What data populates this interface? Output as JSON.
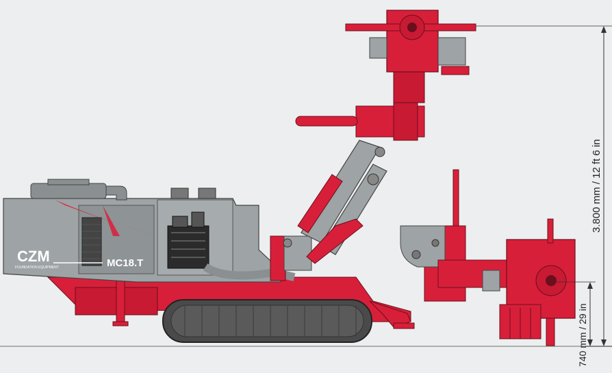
{
  "brand": {
    "logo_text": "CZM",
    "logo_subtitle": "FOUNDATION EQUIPMENT",
    "model": "MC18.T"
  },
  "dimensions": {
    "height_label": "3.800 mm / 12 ft 6 in",
    "clearance_label": "740 mm / 29 in"
  },
  "colors": {
    "background": "#eceeef",
    "body_gray": "#9ea3a5",
    "machine_red": "#d81f3a",
    "track_dark": "#4a4a4a",
    "line": "#222222"
  }
}
